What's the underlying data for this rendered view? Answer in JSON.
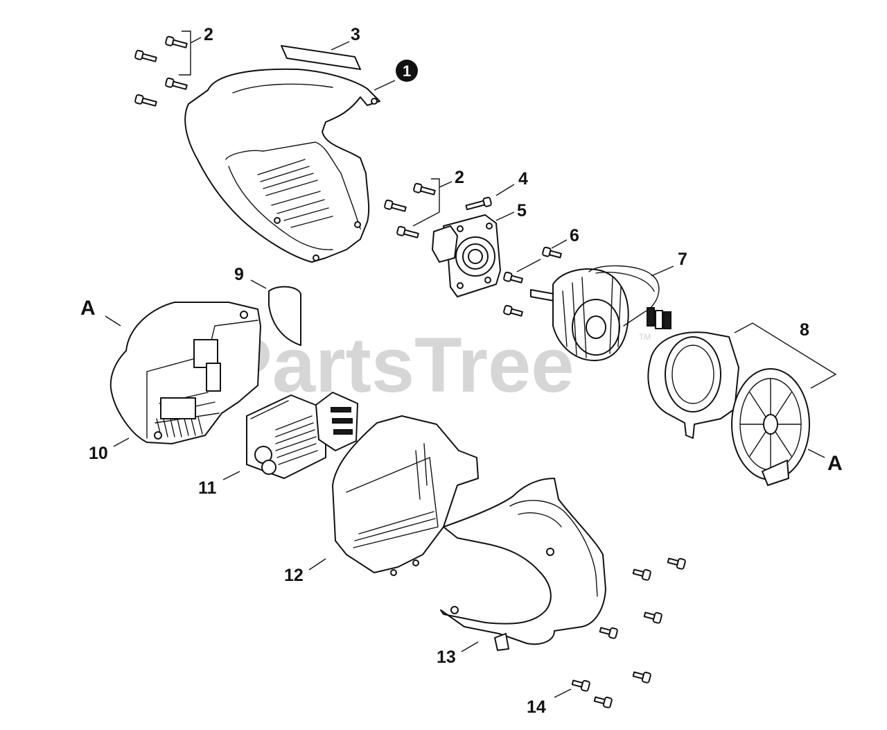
{
  "watermark": {
    "text": "PartsTree",
    "trademark": "TM"
  },
  "callouts": {
    "c1": "1",
    "c2a": "2",
    "c2b": "2",
    "c3": "3",
    "c4": "4",
    "c5": "5",
    "c6": "6",
    "c7": "7",
    "c8": "8",
    "c9": "9",
    "c10": "10",
    "c11": "11",
    "c12": "12",
    "c13": "13",
    "c14": "14"
  },
  "markers": {
    "left": "A",
    "right": "A"
  },
  "colors": {
    "line": "#111111",
    "watermark": "#cfcfcf",
    "background": "#ffffff"
  }
}
